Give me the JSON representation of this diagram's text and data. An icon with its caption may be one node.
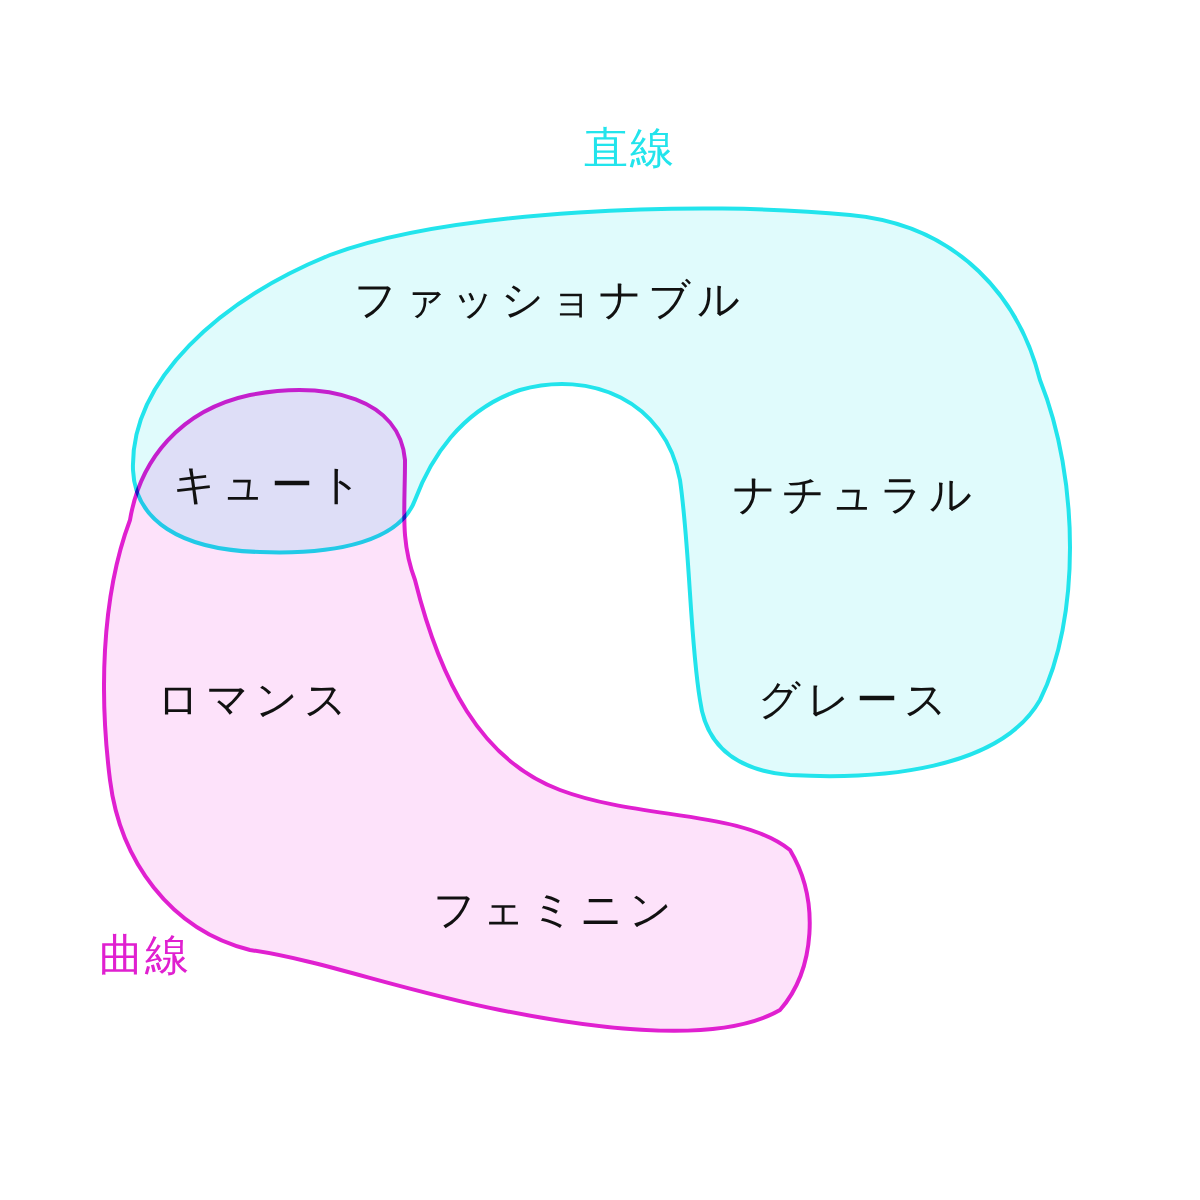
{
  "diagram": {
    "nodes": [
      {
        "text": [
          "直線",
          "ファッショナブル",
          "ナチュラル",
          "グレース"
        ]
      },
      {
        "text": [
          "ロマンス",
          "フェミニン",
          "曲線"
        ]
      }
    ],
    "edges": [],
    "labels": [
      "キュート"
    ]
  }
}
